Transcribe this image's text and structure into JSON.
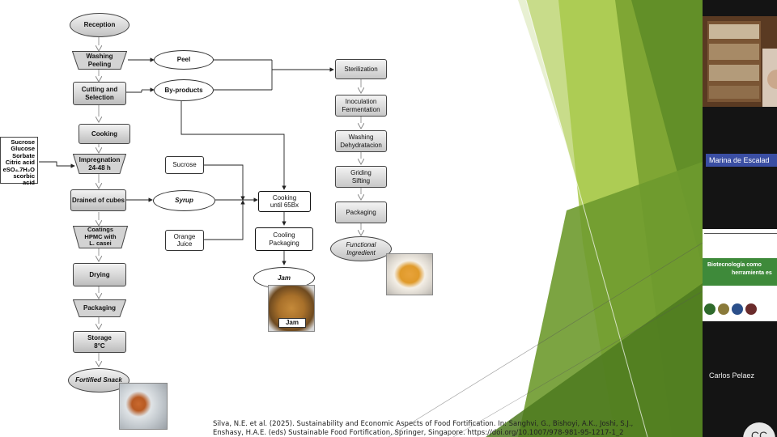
{
  "flow": {
    "reception": "Reception",
    "washing_peeling": "Washing\nPeeling",
    "cutting": "Cutting and\nSelection",
    "cooking": "Cooking",
    "impregnation": "Impregnation\n24-48 h",
    "drained": "Drained of cubes",
    "coatings": "Coatings\nHPMC with\nL. casei",
    "drying": "Drying",
    "packaging_left": "Packaging",
    "storage": "Storage\n8°C",
    "fortified_snack": "Fortified Snack",
    "peel": "Peel",
    "by_products": "By-products",
    "sucrose": "Sucrose",
    "syrup": "Syrup",
    "orange_juice": "Orange\nJuice",
    "cooking_65": "Cooking\nuntil 65Bx",
    "cooling_packaging": "Cooling\nPackaging",
    "jam": "Jam",
    "jam_label": "Jam",
    "sterilization": "Sterilization",
    "inoculation": "Inoculation\nFermentation",
    "washing_dehyd": "Washing\nDehydratacion",
    "griding": "Griding\nSifting",
    "packaging_right": "Packaging",
    "functional": "Functional\nIngredient",
    "ingredients": [
      "Sucrose",
      "Glucose",
      "Sorbate",
      "Citric acid",
      "eSO₄.7H₂O",
      "scorbic acid"
    ]
  },
  "citation": {
    "line1": "Silva, N.E. et al. (2025). Sustainability and Economic Aspects of Food Fortification. In: Sanghvi, G., Bishoyi, A.K., Joshi, S.J.,",
    "line2": "Enshasy, H.A.E. (eds) Sustainable Food Fortification. Springer, Singapore. https://doi.org/10.1007/978-981-95-1217-1_2"
  },
  "sidebar": {
    "participant1": "Marina de Escalad",
    "participant2": "Carlos Pelaez",
    "poster_title": "Biotecnología como",
    "poster_subtitle": "herramienta es",
    "avatar_initials": "CC"
  },
  "colors": {
    "green_light": "#a8c94a",
    "green_mid": "#7fa634",
    "green_dark": "#4e7a1f",
    "tile_blue": "#3a4ea3"
  }
}
